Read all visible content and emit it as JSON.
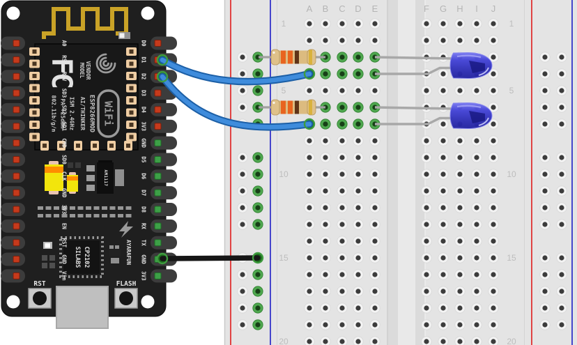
{
  "scene": {
    "type": "fritzing-breadboard-wiring-diagram",
    "parts": [
      "NodeMCU ESP8266 dev board",
      "half+ breadboard",
      "2 resistors",
      "2 blue LEDs",
      "2 blue jumper wires",
      "1 black jumper wire"
    ]
  },
  "breadboard": {
    "column_letters": [
      "A",
      "B",
      "C",
      "D",
      "E",
      "F",
      "G",
      "H",
      "I",
      "J"
    ],
    "row_numbers": [
      1,
      5,
      10,
      15,
      20
    ],
    "rows": 20,
    "left_rail_connected": true,
    "colors": {
      "board": "#e4e4e4",
      "rail_positive_line": "#e04343",
      "rail_negative_line": "#4545cc",
      "hole_ring": "#f3f3f3",
      "hole_center": "#3c3c3c",
      "connected_ring": "#4fa84f",
      "connected_center": "#173f17",
      "label_text": "#b5b5b5"
    }
  },
  "nodemcu": {
    "left_pins": [
      "A0",
      "RSV",
      "RSV",
      "SD3",
      "SD2",
      "SD1",
      "CMD",
      "SD0",
      "CLK",
      "GND",
      "3V3",
      "EN",
      "RST",
      "GND",
      "Vin"
    ],
    "right_pins": [
      "D0",
      "D1",
      "D2",
      "D3",
      "D4",
      "3V3",
      "GND",
      "D5",
      "D6",
      "D7",
      "D8",
      "RX",
      "TX",
      "GND",
      "3V3"
    ],
    "esp_module": {
      "fcc": "FC",
      "labels": [
        "MODEL",
        "VENDOR"
      ],
      "lines": [
        "ESP8266MOD",
        "AI/THINKER",
        "ISM 2.4GHz",
        "PA +25dBm",
        "802.11b/g/n"
      ],
      "wifi": "WiFi"
    },
    "regulator": "AM1117",
    "usb_bridge": [
      "SILABS",
      "CP2102"
    ],
    "brand": "AYARAFUN",
    "buttons": {
      "reset": "RST",
      "flash": "FLASH"
    },
    "colors": {
      "board": "#1f1f1f",
      "antenna": "#c9a227",
      "pin_red": "#c63a1c",
      "pin_green": "#3da047",
      "silkscreen": "#e2e2e2"
    }
  },
  "circuit": {
    "connected_holes": {
      "3": [
        "A",
        "B",
        "C",
        "D",
        "E"
      ],
      "4": [
        "A",
        "B",
        "C",
        "D",
        "E"
      ],
      "6": [
        "A",
        "B",
        "C",
        "D",
        "E"
      ],
      "7": [
        "A",
        "B",
        "C",
        "D",
        "E"
      ]
    },
    "resistors": [
      {
        "from": "left-rail-negative",
        "to": "B3",
        "bands": [
          "orange",
          "orange",
          "brown",
          "gold"
        ]
      },
      {
        "from": "left-rail-negative",
        "to": "B6",
        "bands": [
          "orange",
          "orange",
          "brown",
          "gold"
        ]
      }
    ],
    "leds": [
      {
        "color": "blue",
        "anode": "E3",
        "cathode": "E4"
      },
      {
        "color": "blue",
        "anode": "E6",
        "cathode": "E7"
      }
    ],
    "wires": [
      {
        "from": "D1",
        "to": "A4",
        "color": "#3f8cdc"
      },
      {
        "from": "D2",
        "to": "A7",
        "color": "#3f8cdc"
      },
      {
        "from": "GND",
        "to": "left-rail-negative-15",
        "color": "#161616"
      }
    ]
  }
}
